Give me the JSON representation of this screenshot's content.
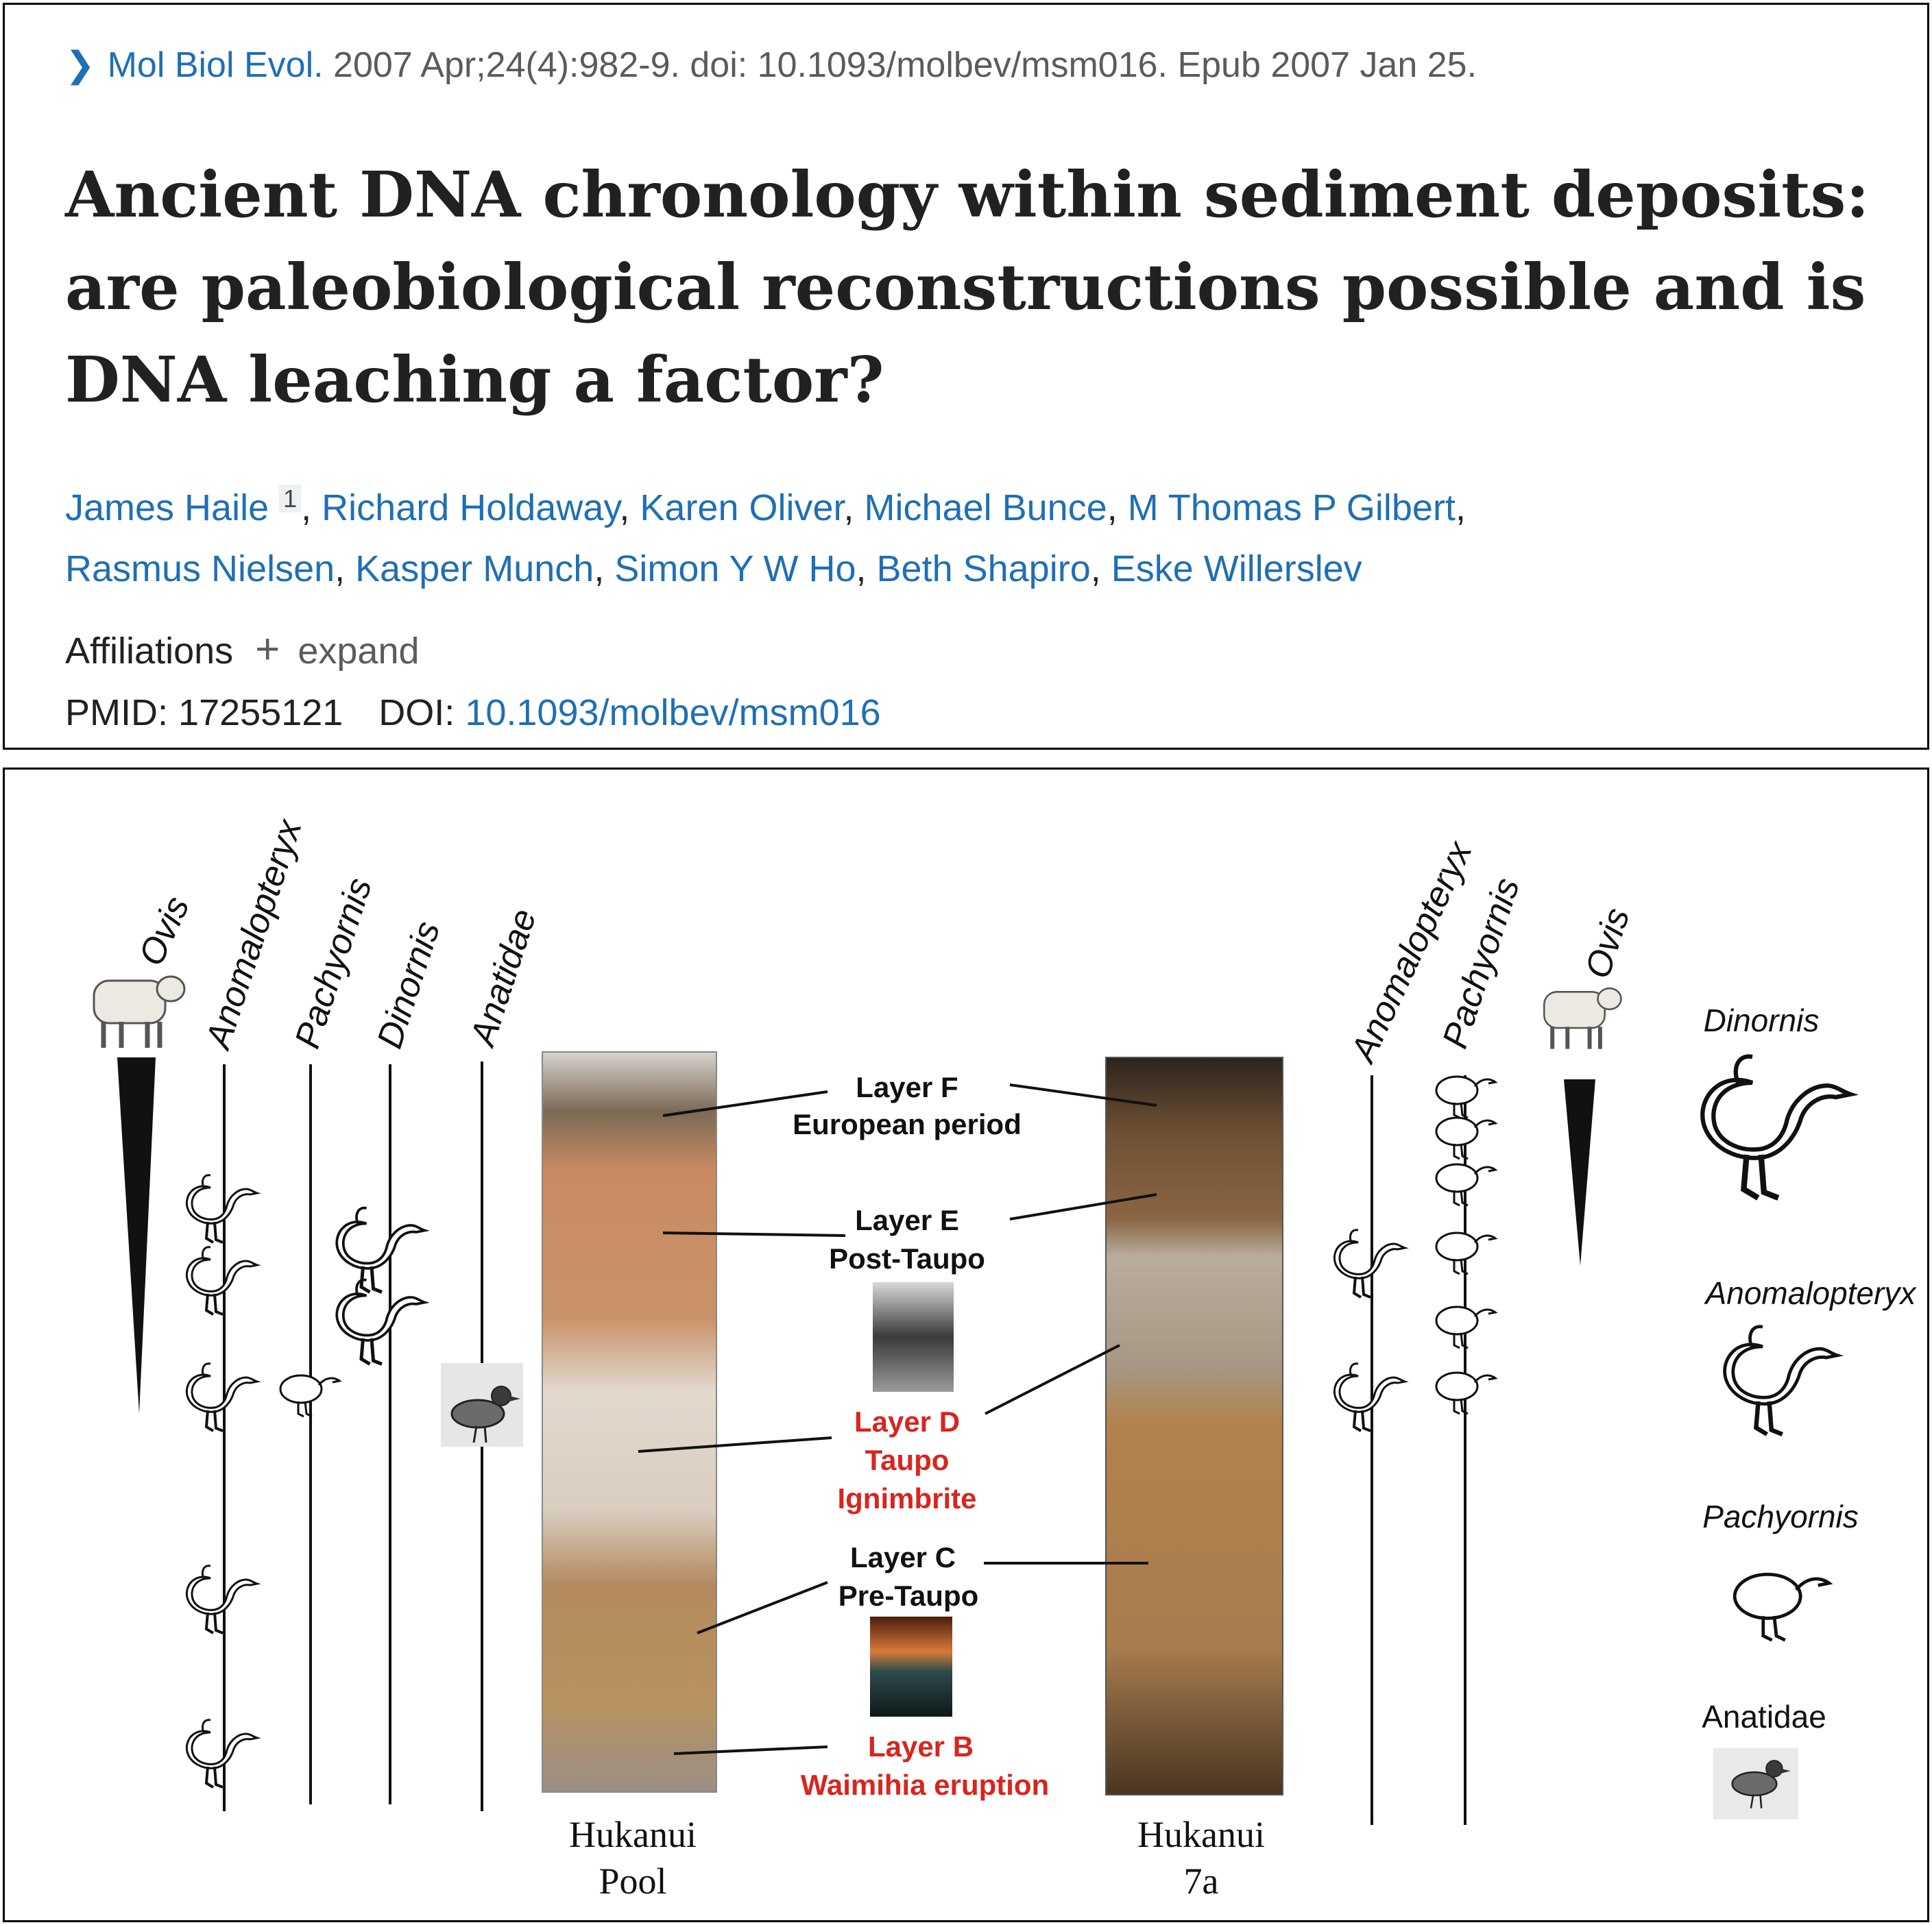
{
  "citation": {
    "journal": "Mol Biol Evol.",
    "details": "2007 Apr;24(4):982-9. doi: 10.1093/molbev/msm016. Epub 2007 Jan 25."
  },
  "title": "Ancient DNA chronology within sediment deposits: are paleobiological reconstructions possible and is DNA leaching a factor?",
  "authors": [
    {
      "name": "James Haile",
      "sup": "1"
    },
    {
      "name": "Richard Holdaway"
    },
    {
      "name": "Karen Oliver"
    },
    {
      "name": "Michael Bunce"
    },
    {
      "name": "M Thomas P Gilbert"
    },
    {
      "name": "Rasmus Nielsen"
    },
    {
      "name": "Kasper Munch"
    },
    {
      "name": "Simon Y W Ho"
    },
    {
      "name": "Beth Shapiro"
    },
    {
      "name": "Eske Willerslev"
    }
  ],
  "affiliations": {
    "label": "Affiliations",
    "toggle_icon": "plus-icon",
    "toggle": "expand"
  },
  "ids": {
    "pmid_label": "PMID:",
    "pmid": "17255121",
    "doi_label": "DOI:",
    "doi": "10.1093/molbev/msm016"
  },
  "colors": {
    "link": "#1f6fb4",
    "eruption_layer": "#d8251e"
  },
  "figure": {
    "left_taxa": [
      "Ovis",
      "Anomalopteryx",
      "Pachyornis",
      "Dinornis",
      "Anatidae"
    ],
    "right_taxa": [
      "Anomalopteryx",
      "Pachyornis",
      "Ovis"
    ],
    "layers": [
      {
        "line1": "Layer F",
        "line2": "European period",
        "red": false
      },
      {
        "line1": "Layer E",
        "line2": "Post-Taupo",
        "red": false
      },
      {
        "line1": "Layer D",
        "line2": "Taupo",
        "line3": "Ignimbrite",
        "red": true
      },
      {
        "line1": "Layer C",
        "line2": "Pre-Taupo",
        "red": false
      },
      {
        "line1": "Layer B",
        "line2": "Waimihia eruption",
        "red": true
      }
    ],
    "sites": [
      {
        "line1": "Hukanui",
        "line2": "Pool"
      },
      {
        "line1": "Hukanui",
        "line2": "7a"
      }
    ],
    "legend": [
      {
        "name": "Dinornis",
        "italic": true
      },
      {
        "name": "Anomalopteryx",
        "italic": true
      },
      {
        "name": "Pachyornis",
        "italic": true
      },
      {
        "name": "Anatidae",
        "italic": false
      }
    ]
  }
}
